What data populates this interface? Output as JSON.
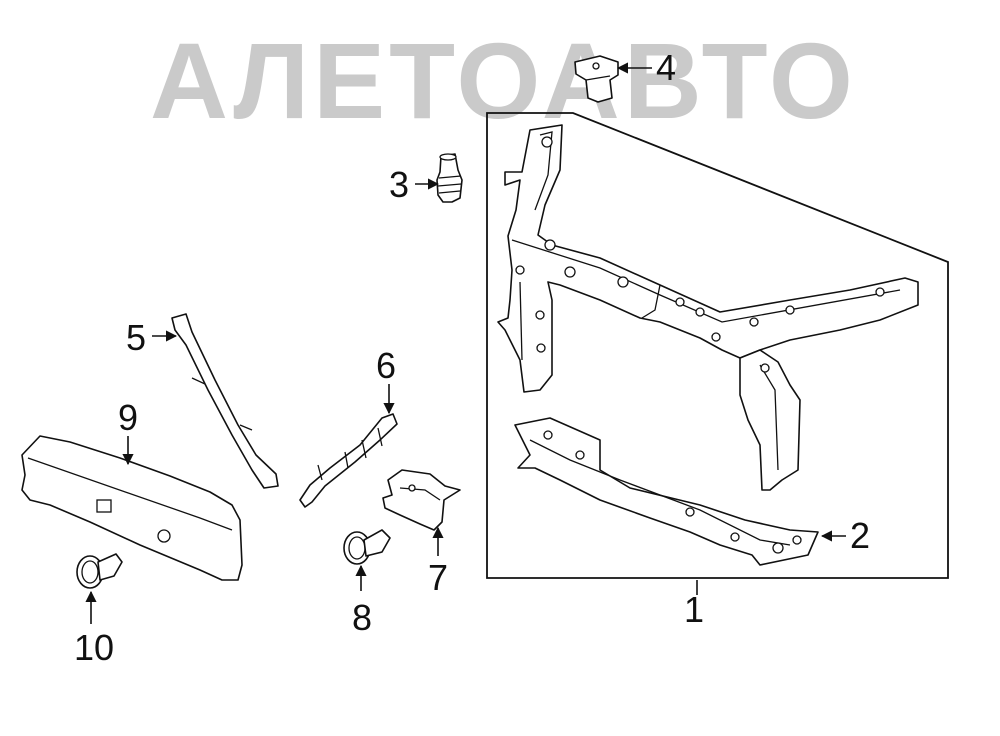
{
  "watermark": {
    "text": "АЛЕТОАВТО",
    "color": "#b4b4b4"
  },
  "callouts": [
    {
      "id": "1",
      "label": "1"
    },
    {
      "id": "2",
      "label": "2"
    },
    {
      "id": "3",
      "label": "3"
    },
    {
      "id": "4",
      "label": "4"
    },
    {
      "id": "5",
      "label": "5"
    },
    {
      "id": "6",
      "label": "6"
    },
    {
      "id": "7",
      "label": "7"
    },
    {
      "id": "8",
      "label": "8"
    },
    {
      "id": "9",
      "label": "9"
    },
    {
      "id": "10",
      "label": "10"
    }
  ],
  "colors": {
    "line": "#111111",
    "background": "#ffffff"
  }
}
